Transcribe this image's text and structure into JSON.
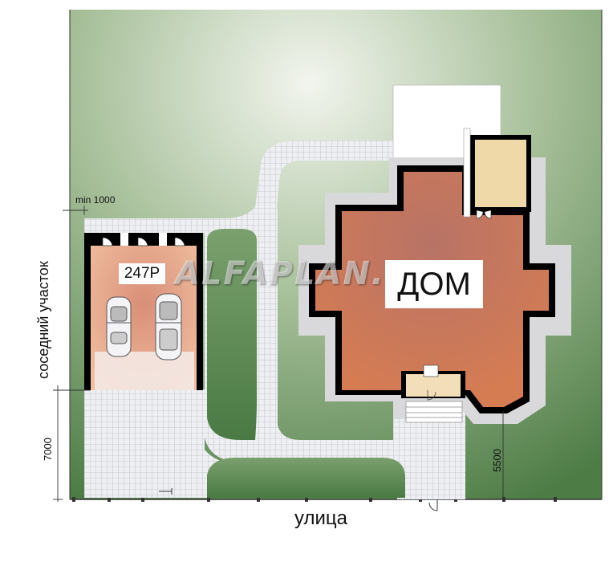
{
  "plan": {
    "house_label": "ДОМ",
    "garage_label": "247P",
    "street_label": "улица",
    "neighbor_label": "соседний участок",
    "dim_min_label": "min 1000",
    "dim_7000_label": "7000",
    "dim_5500_label": "5500",
    "watermark": "ALFAPLAN.RU"
  },
  "colors": {
    "lawn_light": "#e9efe2",
    "lawn_dark": "#4f7d46",
    "paving": "#ecedf0",
    "house_fill": "#c97a5e",
    "garage_fill": "#e6a383",
    "wall": "#000000",
    "terrace": "#ffffff"
  }
}
